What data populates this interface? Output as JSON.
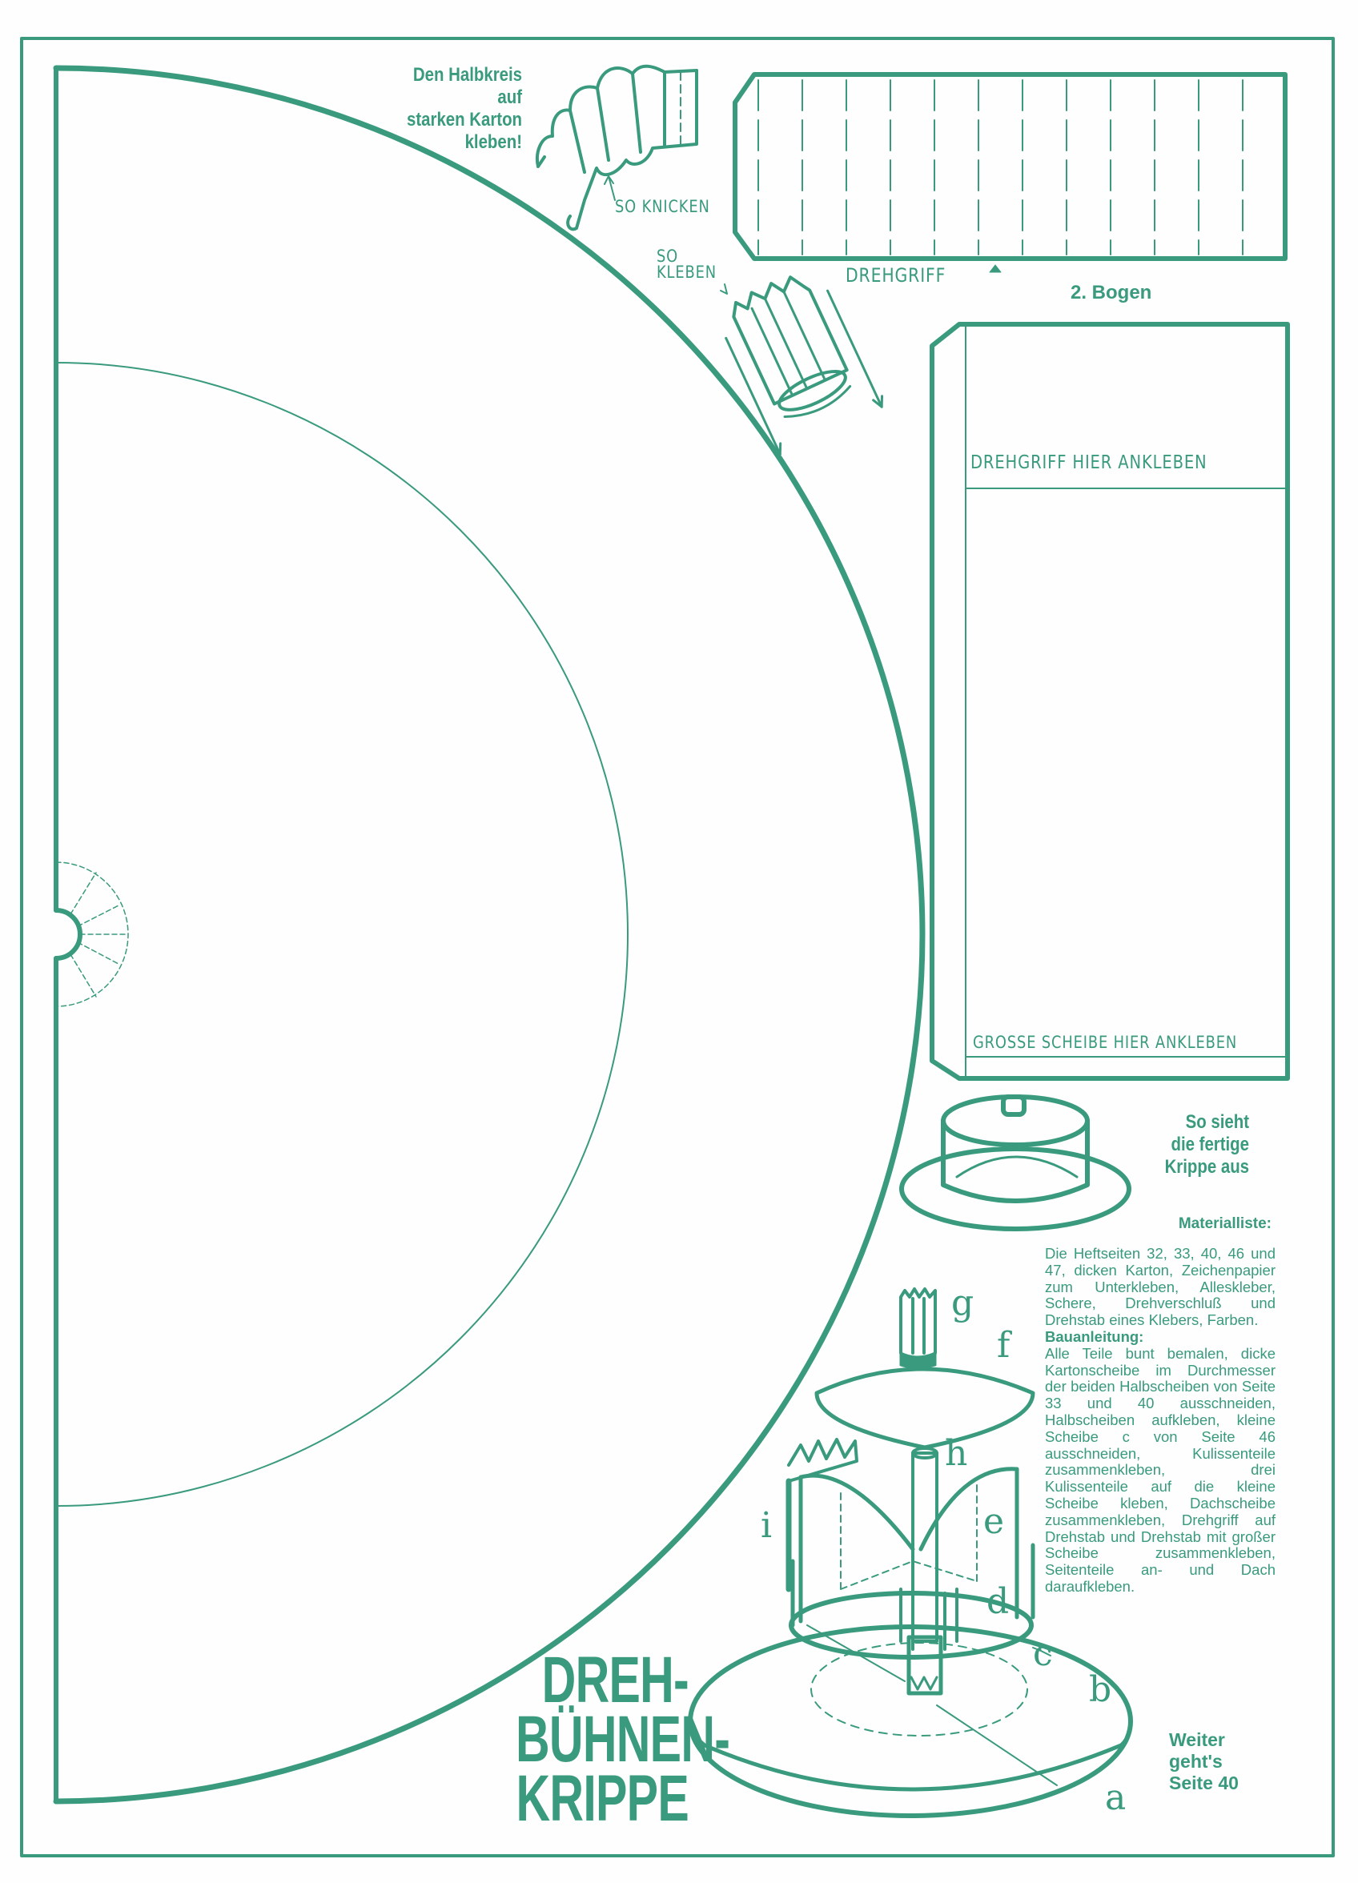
{
  "colors": {
    "ink": "#3a9a7e",
    "paper": "#fdfefd"
  },
  "header_note": [
    "Den Halbkreis auf",
    "starken Karton",
    "kleben!"
  ],
  "fold_hint": "SO KNICKEN",
  "glue_hint": [
    "SO",
    "KLEBEN"
  ],
  "handle_label": "DREHGRIFF",
  "sheet_label": "2. Bogen",
  "panel": {
    "top_label": "DREHGRIFF HIER ANKLEBEN",
    "bottom_label": "GROSSE SCHEIBE HIER ANKLEBEN"
  },
  "finished_caption": [
    "So sieht",
    "die fertige",
    "Krippe aus"
  ],
  "materials": {
    "heading": "Materialliste:",
    "text": "Die Heftseiten 32, 33, 40, 46 und 47, dicken Karton, Zeichenpapier zum Unterkleben, Alleskleber, Schere, Drehverschluß und Drehstab eines Klebers, Farben."
  },
  "instructions": {
    "heading": "Bauanleitung:",
    "text": "Alle Teile bunt bemalen, dicke Kartonscheibe im Durchmesser der beiden Halbscheiben von Seite 33 und 40 ausschneiden, Halbscheiben aufkleben, kleine Scheibe c von Seite 46 ausschneiden, Kulissenteile zusammenkleben, drei Kulissenteile auf die kleine Scheibe kleben, Dachscheibe zusammenkleben, Drehgriff auf Drehstab und Drehstab mit großer Scheibe zusammenkleben, Seitenteile an- und Dach daraufkleben."
  },
  "part_letters": {
    "a": "a",
    "b": "b",
    "c": "c",
    "d": "d",
    "e": "e",
    "f": "f",
    "g": "g",
    "h": "h",
    "i": "i"
  },
  "title": [
    "DREH-",
    "BÜHNEN-",
    "KRIPPE"
  ],
  "continued": [
    "Weiter",
    "geht's",
    "Seite 40"
  ]
}
